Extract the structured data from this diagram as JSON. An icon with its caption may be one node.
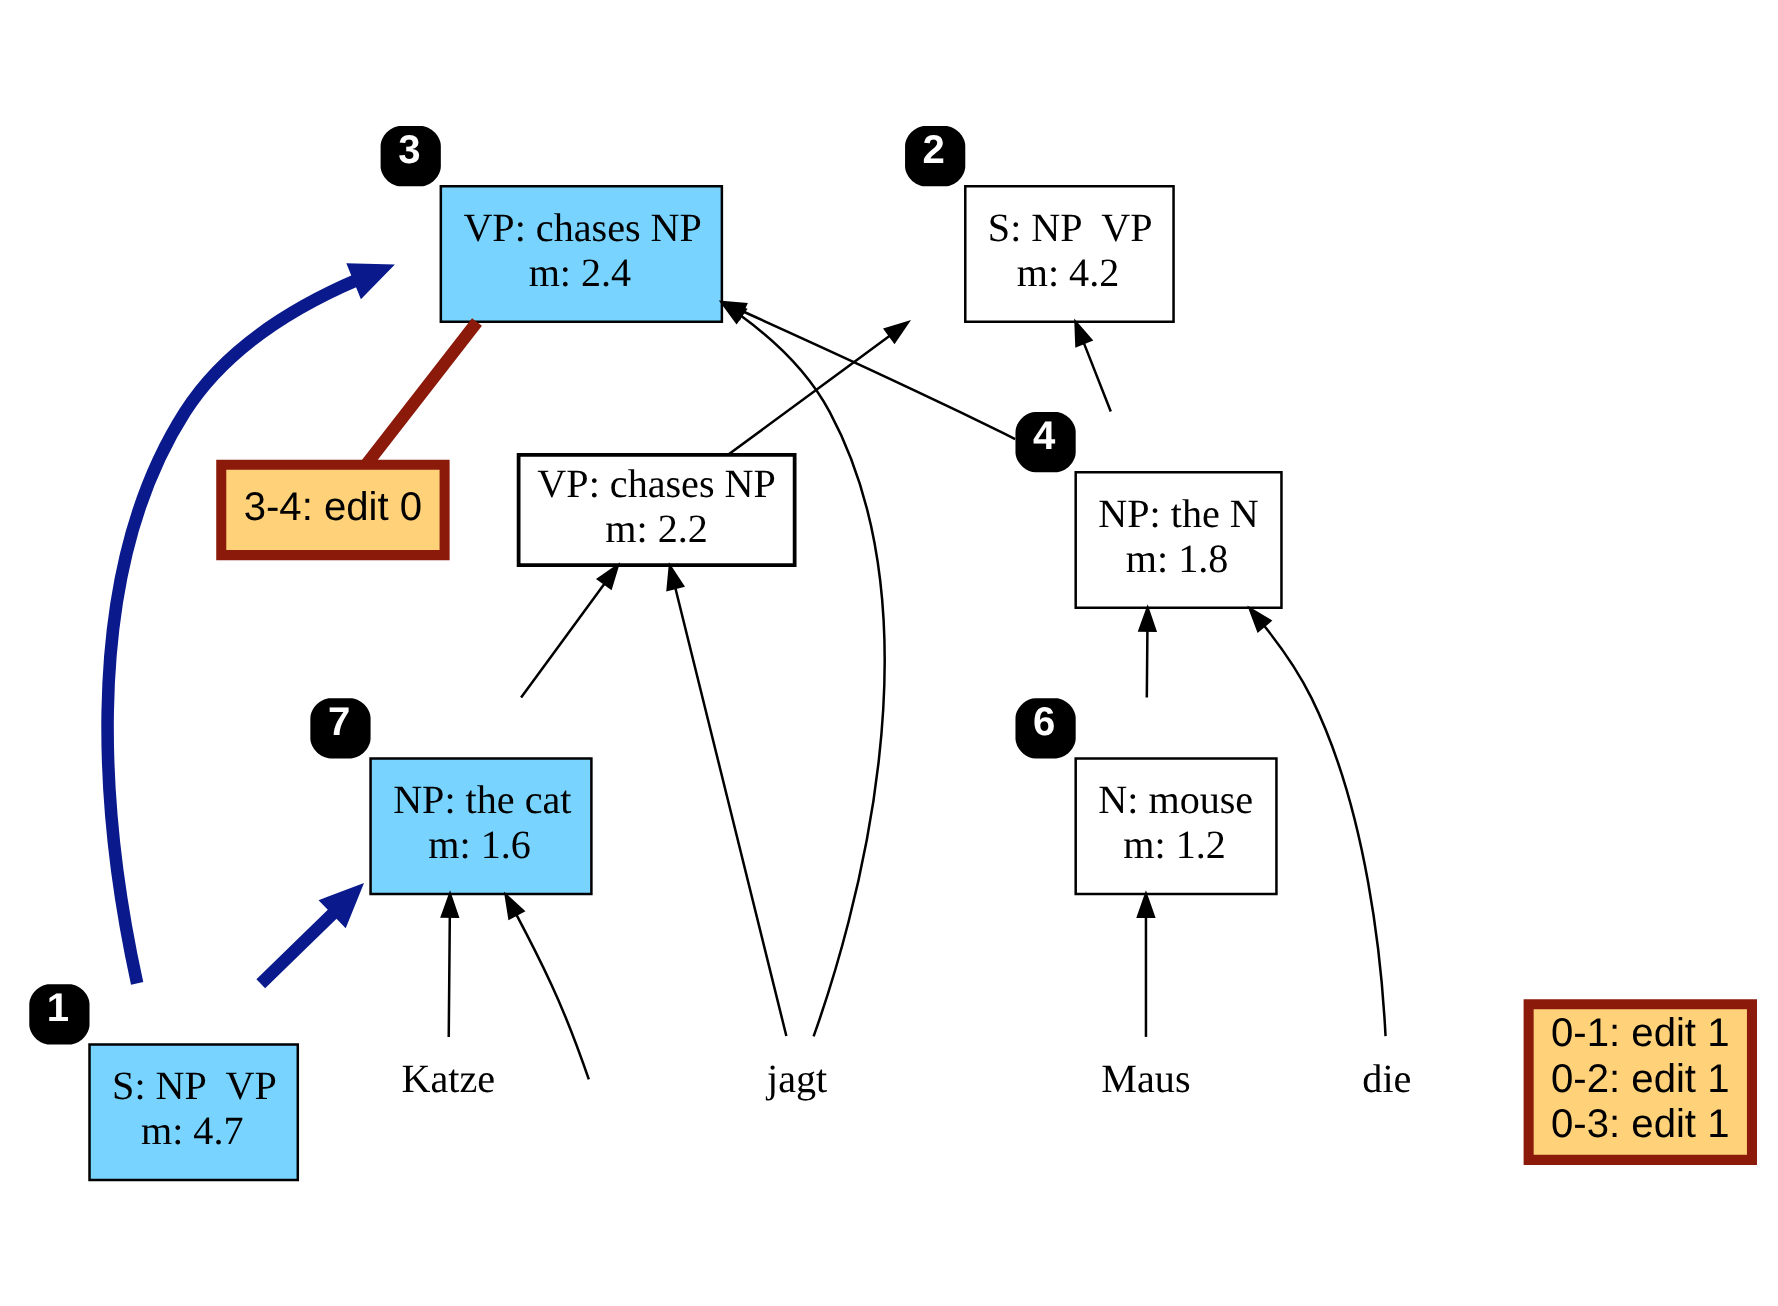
{
  "diagram": {
    "nodes": [
      {
        "text": [
          "S: NP  VP",
          "m: 4.7"
        ],
        "beside": [
          "1"
        ]
      },
      {
        "text": [
          "S: NP  VP",
          "m: 4.2"
        ],
        "beside": [
          "2"
        ]
      },
      {
        "text": [
          "VP: chases NP",
          "m: 2.4"
        ],
        "beside": [
          "3"
        ]
      },
      {
        "text": [
          "3-4: edit 0"
        ]
      },
      {
        "text": [
          "NP: the N",
          "m: 1.8"
        ],
        "beside": [
          "4"
        ]
      },
      {
        "text": [
          "VP: chases NP",
          "m: 2.2"
        ]
      },
      {
        "text": [
          "N: mouse",
          "m: 1.2"
        ],
        "beside": [
          "6"
        ]
      },
      {
        "text": [
          "NP: the cat",
          "m: 1.6"
        ],
        "beside": [
          "7"
        ]
      },
      {
        "text": [
          "0-1: edit 1",
          "0-2: edit 1",
          "0-3: edit 1"
        ]
      },
      {
        "text": [
          "die"
        ]
      },
      {
        "text": [
          "Maus"
        ]
      },
      {
        "text": [
          "jagt"
        ]
      },
      {
        "text": [
          "Katze"
        ]
      }
    ],
    "edges": [
      {
        "from": 9,
        "to": 4,
        "arrow": "to"
      },
      {
        "from": 10,
        "to": 6,
        "arrow": "to"
      },
      {
        "from": 6,
        "to": 4,
        "arrow": "to"
      },
      {
        "from": 4,
        "to": 2,
        "arrow": "to"
      },
      {
        "from": 11,
        "to": 2,
        "arrow": "to"
      },
      {
        "from": 4,
        "to": 1,
        "arrow": "to"
      },
      {
        "from": 5,
        "to": 1,
        "arrow": "to"
      },
      {
        "from": 11,
        "to": 5,
        "arrow": "to"
      },
      {
        "from": 7,
        "to": 5,
        "arrow": "to"
      },
      {
        "from": 12,
        "to": 7,
        "arrow": "to"
      },
      {
        "from": null,
        "to": 7,
        "arrow": "to"
      },
      {
        "from": 0,
        "to": 2,
        "arrow": "to",
        "style": "thick",
        "color": "#0a1a8c"
      },
      {
        "from": 0,
        "to": 7,
        "arrow": "to",
        "style": "thick",
        "color": "#0a1a8c"
      },
      {
        "from": 3,
        "to": 2,
        "arrow": "none",
        "style": "thick",
        "color": "#8b1a0a"
      }
    ]
  }
}
